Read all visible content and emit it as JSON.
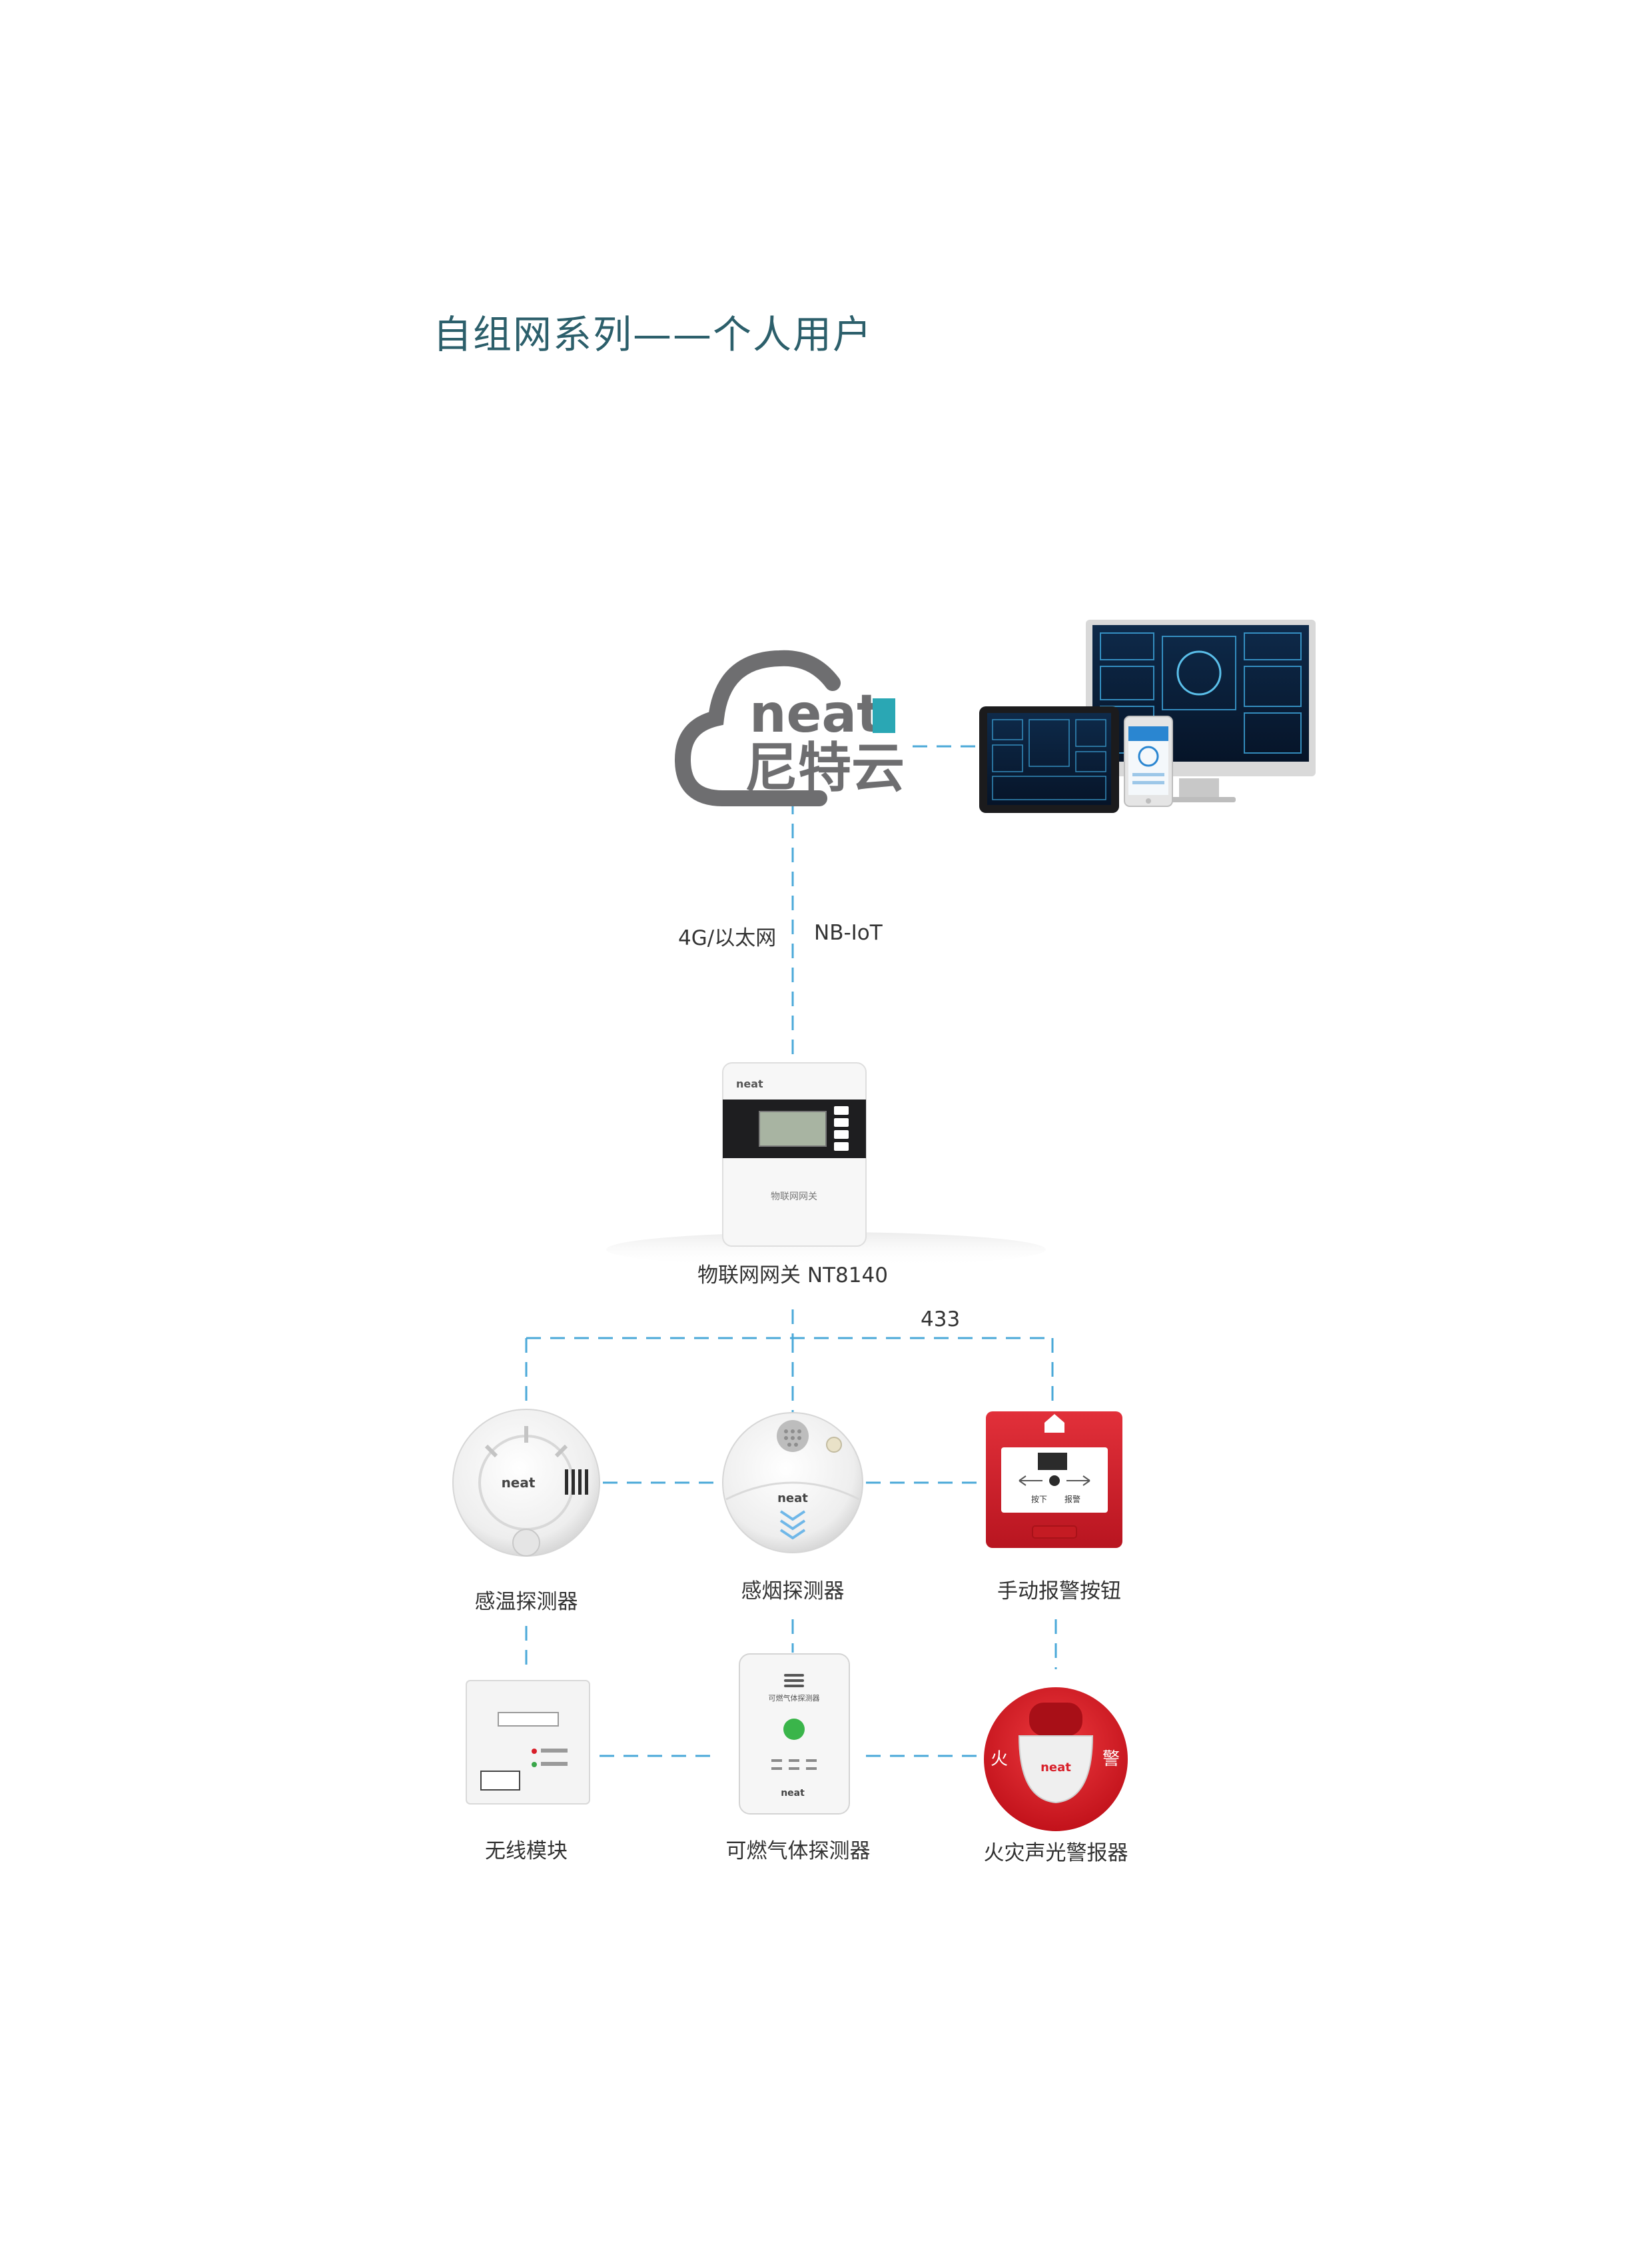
{
  "title": "自组网系列——个人用户",
  "cloud": {
    "logo_en": "neat",
    "logo_cn": "尼特云"
  },
  "links": {
    "uplink_left": "4G/以太网",
    "uplink_right": "NB-IoT",
    "radio": "433"
  },
  "gateway": {
    "label": "物联网网关  NT8140",
    "brand": "neat",
    "panel_text": "物联网网关"
  },
  "devices": {
    "heat_detector": "感温探测器",
    "smoke_detector": "感烟探测器",
    "manual_button": "手动报警按钮",
    "wireless_module": "无线模块",
    "gas_detector": "可燃气体探测器",
    "sound_light_alarm": "火灾声光警报器"
  },
  "device_marks": {
    "brand": "neat",
    "alarm_left": "火",
    "alarm_right": "警",
    "button_left": "按下",
    "button_right": "报警",
    "gas_panel_title": "可燃气体探测器"
  },
  "colors": {
    "title": "#2c5f6b",
    "dash": "#4aa8d8",
    "cloud": "#6e6e70",
    "accent": "#2aa7b4",
    "red": "#d8202a"
  }
}
